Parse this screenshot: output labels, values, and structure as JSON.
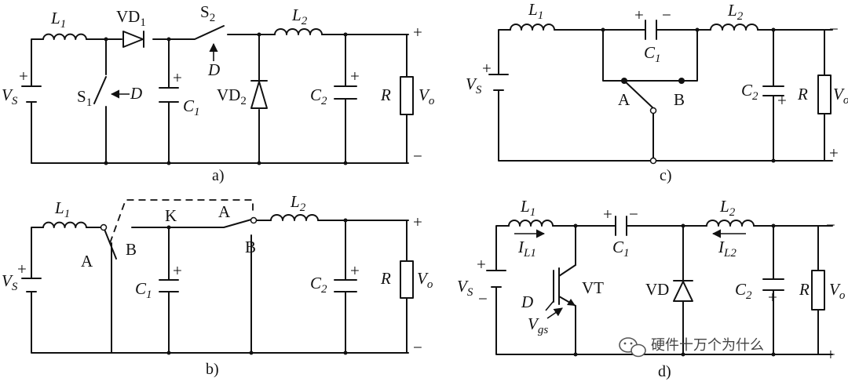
{
  "captions": {
    "a": "a)",
    "b": "b)",
    "c": "c)",
    "d": "d)"
  },
  "labels": {
    "L": "L",
    "VD": "VD",
    "S": "S",
    "D": "D",
    "C": "C",
    "R": "R",
    "V": "V",
    "A": "A",
    "B": "B",
    "K": "K",
    "VT": "VT",
    "I": "I",
    "sub1": "1",
    "sub2": "2",
    "subS": "S",
    "subo": "o",
    "subgs": "gs",
    "subL1": "L1",
    "subL2": "L2",
    "plus": "+",
    "minus": "−"
  },
  "watermark": {
    "text": "硬件十万个为什么"
  }
}
